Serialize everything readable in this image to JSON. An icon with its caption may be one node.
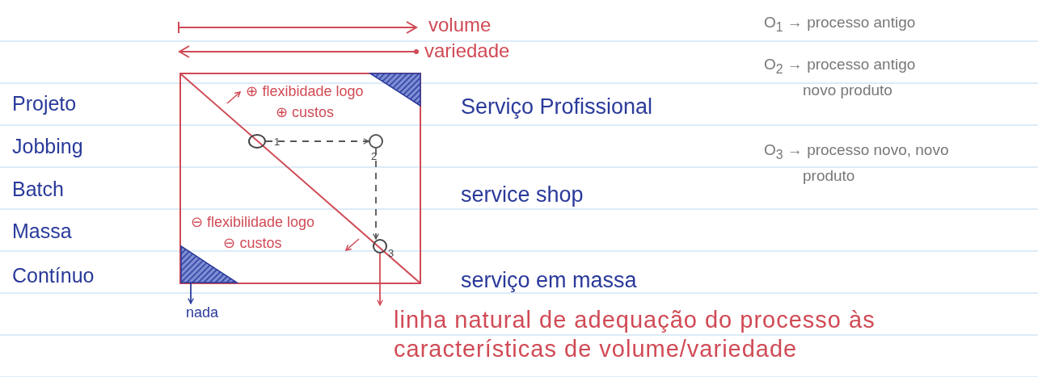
{
  "diagram": {
    "nodes": [
      {
        "text": [],
        "shape": "triangle"
      },
      {
        "text": [],
        "shape": "circle",
        "beside": [
          "1"
        ]
      },
      {
        "text": [],
        "shape": "circle",
        "beside": [
          "2"
        ]
      },
      {
        "text": [],
        "shape": "circle",
        "beside": [
          "3"
        ]
      },
      {
        "text": [],
        "shape": "triangle"
      },
      {
        "text": [
          "nada"
        ]
      },
      {
        "text": [
          "linha natural de adequação do processo às características de volume/variedade"
        ]
      }
    ],
    "edges": [
      {
        "from": 1,
        "to": 2,
        "arrow": "to",
        "style": "dashed",
        "color": "#555555"
      },
      {
        "from": 2,
        "to": 3,
        "arrow": "to",
        "style": "dashed",
        "color": "#555555"
      },
      {
        "from": 3,
        "to": 6,
        "arrow": "to",
        "color": "#d04a55"
      },
      {
        "from": 4,
        "to": 5,
        "arrow": "to",
        "color": "#2a3a9a"
      }
    ],
    "labels": [
      "volume",
      "variedade",
      "Projeto",
      "Jobbing",
      "Batch",
      "Massa",
      "Contínuo",
      "⊕ flexibidade logo ⊕ custos",
      "⊖ flexibilidade logo ⊖ custos",
      "Serviço Profissional",
      "service shop",
      "serviço em massa",
      "O$_{1}$ → processo antigo",
      "O$_{2}$ → processo antigo novo produto",
      "O$_{3}$ → processo novo, novo produto"
    ]
  }
}
